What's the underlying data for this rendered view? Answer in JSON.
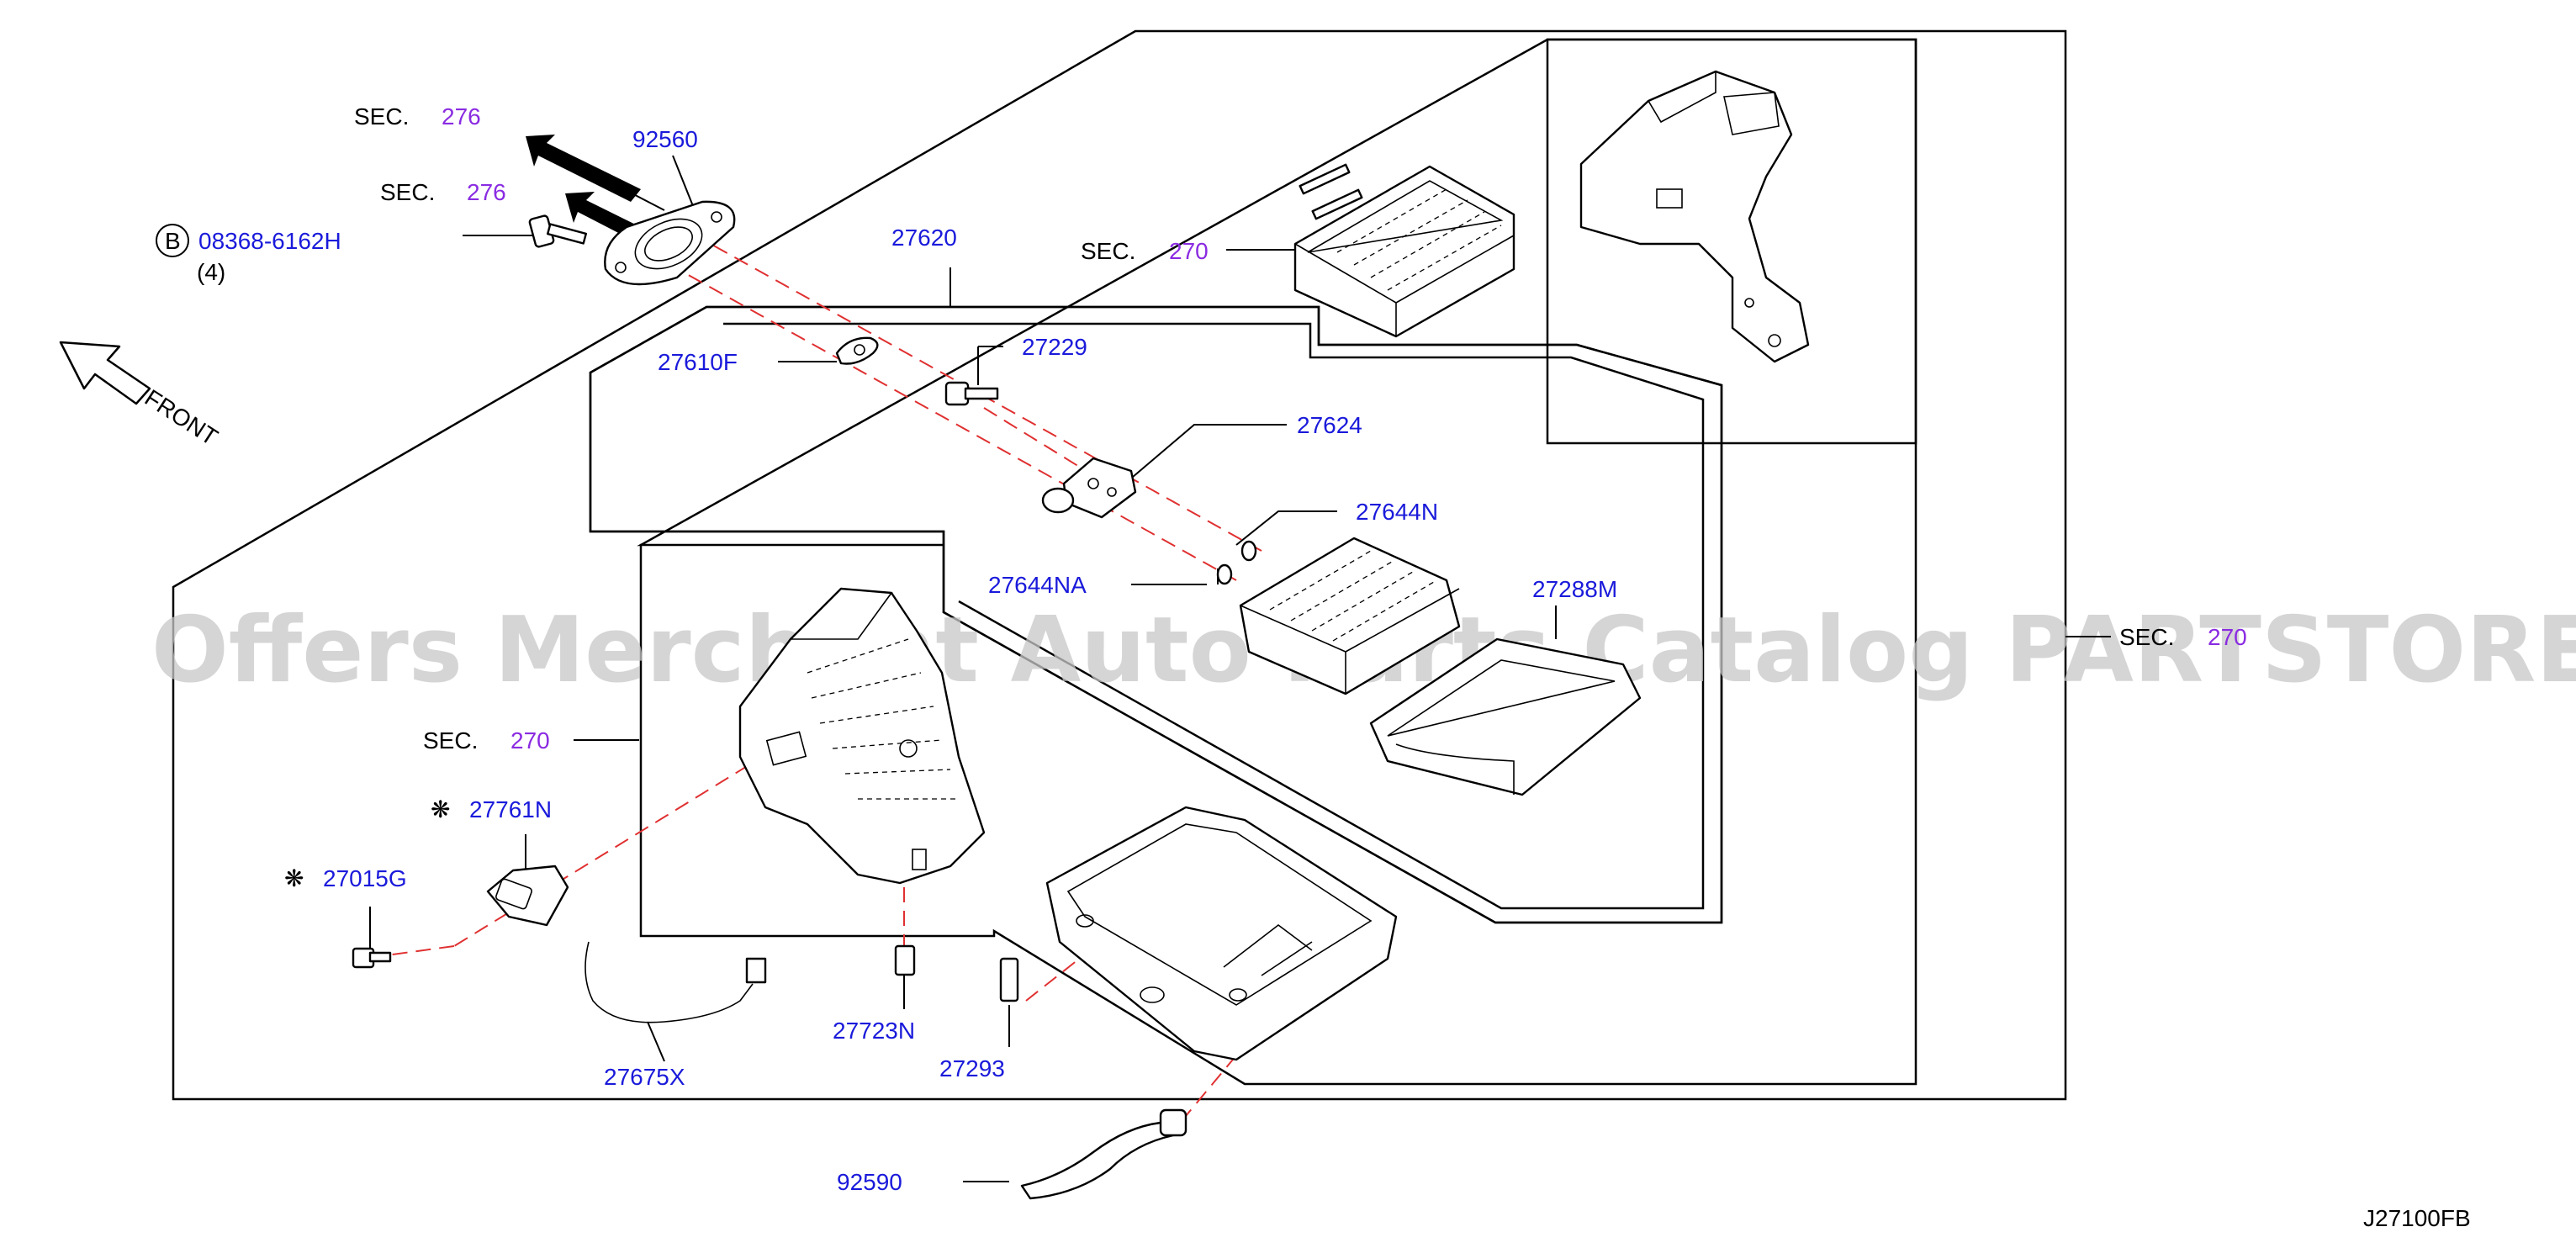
{
  "labels": {
    "sec_276_a": {
      "prefix": "SEC.",
      "num": "276"
    },
    "sec_276_b": {
      "prefix": "SEC.",
      "num": "276"
    },
    "p92560": "92560",
    "bolt_circle": "B",
    "bolt_code": "08368-6162H",
    "bolt_qty": "(4)",
    "front": "FRONT",
    "p27620": "27620",
    "sec_270_top": {
      "prefix": "SEC.",
      "num": "270"
    },
    "p27610F": "27610F",
    "p27229": "27229",
    "p27624": "27624",
    "p27644N": "27644N",
    "p27644NA": "27644NA",
    "p27288M": "27288M",
    "sec_270_mid": {
      "prefix": "SEC.",
      "num": "270"
    },
    "sec_270_right": {
      "prefix": "SEC.",
      "num": "270"
    },
    "star_mark": "❋",
    "p27761N": "27761N",
    "p27015G": "27015G",
    "p27723N": "27723N",
    "p27293": "27293",
    "p27675X": "27675X",
    "p92590": "92590",
    "diagram_code": "J27100FB"
  },
  "watermark": "Offers Merchant Auto Parts Catalog PARTSTORE.SA",
  "colors": {
    "part_number": "#1a1adb",
    "section_number": "#8a2be2",
    "phantom_line": "#e03030",
    "watermark": "#c8c8c8"
  },
  "icons": [
    "front-arrow-icon",
    "direction-arrow-icon"
  ]
}
